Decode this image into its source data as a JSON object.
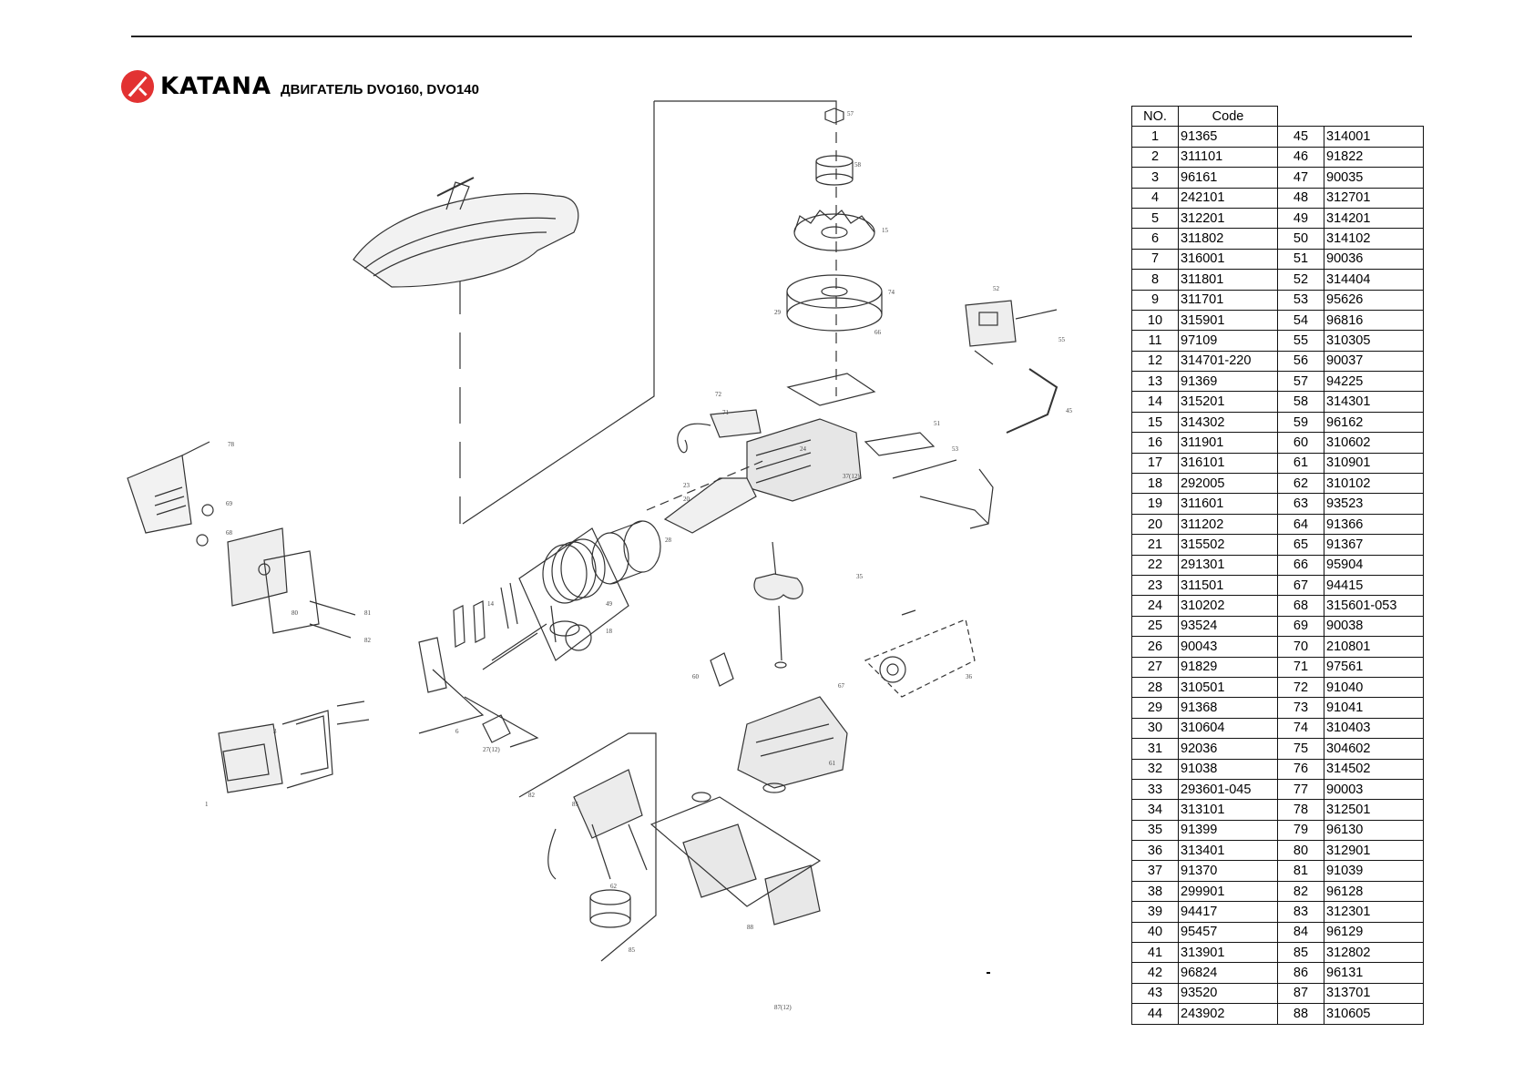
{
  "header": {
    "brand": "KATANA",
    "title": "ДВИГАТЕЛЬ DVO160, DVO140",
    "logo_color": "#e23232"
  },
  "table": {
    "col_no": "NO.",
    "col_code": "Code",
    "rows": [
      {
        "no": "1",
        "code": "91365"
      },
      {
        "no": "2",
        "code": "311101"
      },
      {
        "no": "3",
        "code": "96161"
      },
      {
        "no": "4",
        "code": "242101"
      },
      {
        "no": "5",
        "code": "312201"
      },
      {
        "no": "6",
        "code": "311802"
      },
      {
        "no": "7",
        "code": "316001"
      },
      {
        "no": "8",
        "code": "311801"
      },
      {
        "no": "9",
        "code": "311701"
      },
      {
        "no": "10",
        "code": "315901"
      },
      {
        "no": "11",
        "code": "97109"
      },
      {
        "no": "12",
        "code": "314701-220"
      },
      {
        "no": "13",
        "code": "91369"
      },
      {
        "no": "14",
        "code": "315201"
      },
      {
        "no": "15",
        "code": "314302"
      },
      {
        "no": "16",
        "code": "311901"
      },
      {
        "no": "17",
        "code": "316101"
      },
      {
        "no": "18",
        "code": "292005"
      },
      {
        "no": "19",
        "code": "311601"
      },
      {
        "no": "20",
        "code": "311202"
      },
      {
        "no": "21",
        "code": "315502"
      },
      {
        "no": "22",
        "code": "291301"
      },
      {
        "no": "23",
        "code": "311501"
      },
      {
        "no": "24",
        "code": "310202"
      },
      {
        "no": "25",
        "code": "93524"
      },
      {
        "no": "26",
        "code": "90043"
      },
      {
        "no": "27",
        "code": "91829"
      },
      {
        "no": "28",
        "code": "310501"
      },
      {
        "no": "29",
        "code": "91368"
      },
      {
        "no": "30",
        "code": "310604"
      },
      {
        "no": "31",
        "code": "92036"
      },
      {
        "no": "32",
        "code": "91038"
      },
      {
        "no": "33",
        "code": "293601-045"
      },
      {
        "no": "34",
        "code": "313101"
      },
      {
        "no": "35",
        "code": "91399"
      },
      {
        "no": "36",
        "code": "313401"
      },
      {
        "no": "37",
        "code": "91370"
      },
      {
        "no": "38",
        "code": "299901"
      },
      {
        "no": "39",
        "code": "94417"
      },
      {
        "no": "40",
        "code": "95457"
      },
      {
        "no": "41",
        "code": "313901"
      },
      {
        "no": "42",
        "code": "96824"
      },
      {
        "no": "43",
        "code": "93520"
      },
      {
        "no": "44",
        "code": "243902"
      },
      {
        "no": "45",
        "code": "314001"
      },
      {
        "no": "46",
        "code": "91822"
      },
      {
        "no": "47",
        "code": "90035"
      },
      {
        "no": "48",
        "code": "312701"
      },
      {
        "no": "49",
        "code": "314201"
      },
      {
        "no": "50",
        "code": "314102"
      },
      {
        "no": "51",
        "code": "90036"
      },
      {
        "no": "52",
        "code": "314404"
      },
      {
        "no": "53",
        "code": "95626"
      },
      {
        "no": "54",
        "code": "96816"
      },
      {
        "no": "55",
        "code": "310305"
      },
      {
        "no": "56",
        "code": "90037"
      },
      {
        "no": "57",
        "code": "94225"
      },
      {
        "no": "58",
        "code": "314301"
      },
      {
        "no": "59",
        "code": "96162"
      },
      {
        "no": "60",
        "code": "310602"
      },
      {
        "no": "61",
        "code": "310901"
      },
      {
        "no": "62",
        "code": "310102"
      },
      {
        "no": "63",
        "code": "93523"
      },
      {
        "no": "64",
        "code": "91366"
      },
      {
        "no": "65",
        "code": "91367"
      },
      {
        "no": "66",
        "code": "95904"
      },
      {
        "no": "67",
        "code": "94415"
      },
      {
        "no": "68",
        "code": "315601-053"
      },
      {
        "no": "69",
        "code": "90038"
      },
      {
        "no": "70",
        "code": "210801"
      },
      {
        "no": "71",
        "code": "97561"
      },
      {
        "no": "72",
        "code": "91040"
      },
      {
        "no": "73",
        "code": "91041"
      },
      {
        "no": "74",
        "code": "310403"
      },
      {
        "no": "75",
        "code": "304602"
      },
      {
        "no": "76",
        "code": "314502"
      },
      {
        "no": "77",
        "code": "90003"
      },
      {
        "no": "78",
        "code": "312501"
      },
      {
        "no": "79",
        "code": "96130"
      },
      {
        "no": "80",
        "code": "312901"
      },
      {
        "no": "81",
        "code": "91039"
      },
      {
        "no": "82",
        "code": "96128"
      },
      {
        "no": "83",
        "code": "312301"
      },
      {
        "no": "84",
        "code": "96129"
      },
      {
        "no": "85",
        "code": "312802"
      },
      {
        "no": "86",
        "code": "96131"
      },
      {
        "no": "87",
        "code": "313701"
      },
      {
        "no": "88",
        "code": "310605"
      }
    ]
  }
}
